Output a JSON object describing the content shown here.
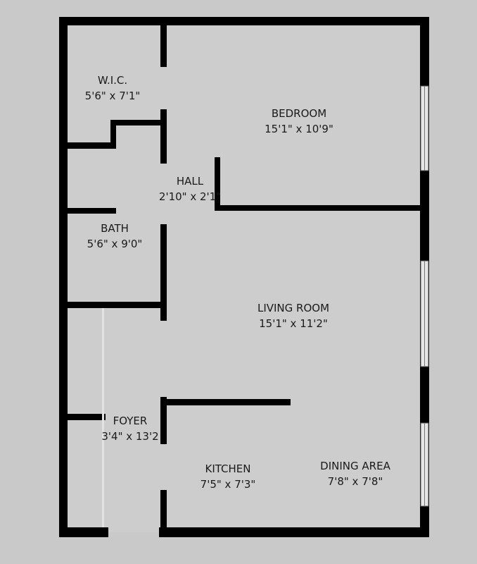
{
  "floorplan": {
    "rooms": [
      {
        "name": "W.I.C.",
        "dims": "5'6\" x 7'1\""
      },
      {
        "name": "BEDROOM",
        "dims": "15'1\" x 10'9\""
      },
      {
        "name": "HALL",
        "dims": "2'10\" x 2'1\""
      },
      {
        "name": "BATH",
        "dims": "5'6\" x 9'0\""
      },
      {
        "name": "LIVING ROOM",
        "dims": "15'1\" x 11'2\""
      },
      {
        "name": "FOYER",
        "dims": "3'4\" x 13'2"
      },
      {
        "name": "KITCHEN",
        "dims": "7'5\" x 7'3\""
      },
      {
        "name": "DINING AREA",
        "dims": "7'8\" x 7'8\""
      }
    ],
    "colors": {
      "background": "#c9c9c9",
      "floor": "#cdcdcd",
      "wall": "#000000",
      "window": "#e6e6e6"
    }
  }
}
